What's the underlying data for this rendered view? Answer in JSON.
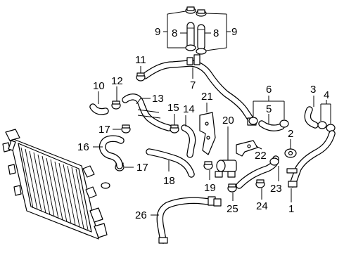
{
  "diagram": {
    "callouts": {
      "c1": "1",
      "c2": "2",
      "c3": "3",
      "c4": "4",
      "c5": "5",
      "c6": "6",
      "c7": "7",
      "c8a": "8",
      "c8b": "8",
      "c9a": "9",
      "c9b": "9",
      "c10": "10",
      "c11": "11",
      "c12": "12",
      "c13": "13",
      "c14": "14",
      "c15": "15",
      "c16": "16",
      "c17a": "17",
      "c17b": "17",
      "c18": "18",
      "c19": "19",
      "c20": "20",
      "c21": "21",
      "c22": "22",
      "c23": "23",
      "c24": "24",
      "c25": "25",
      "c26": "26"
    }
  }
}
